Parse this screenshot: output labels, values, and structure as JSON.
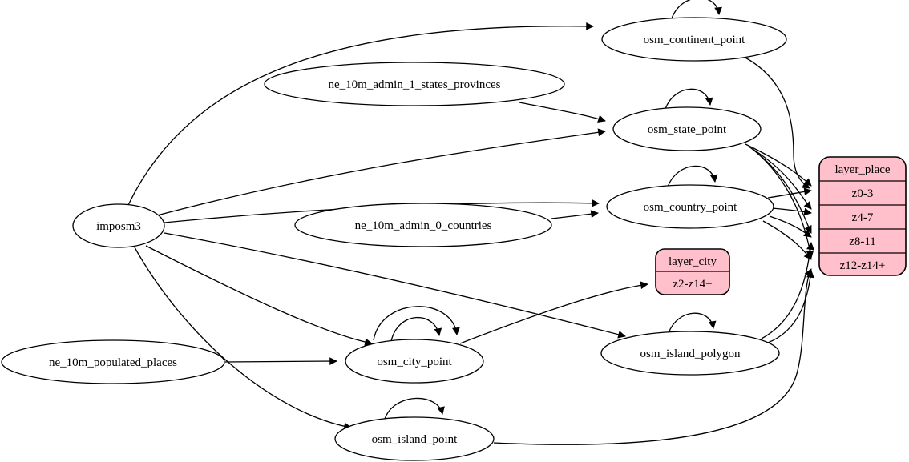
{
  "diagram": {
    "background_color": "#ffffff",
    "edge_color": "#000000",
    "node_fill_color": "#ffffff",
    "record_fill_color": "#ffc0cb",
    "nodes": {
      "imposm3": "imposm3",
      "ne_10m_admin_1_states_provinces": "ne_10m_admin_1_states_provinces",
      "ne_10m_admin_0_countries": "ne_10m_admin_0_countries",
      "ne_10m_populated_places": "ne_10m_populated_places",
      "osm_continent_point": "osm_continent_point",
      "osm_state_point": "osm_state_point",
      "osm_country_point": "osm_country_point",
      "osm_city_point": "osm_city_point",
      "osm_island_polygon": "osm_island_polygon",
      "osm_island_point": "osm_island_point"
    },
    "records": {
      "layer_place": {
        "title": "layer_place",
        "rows": [
          "z0-3",
          "z4-7",
          "z8-11",
          "z12-z14+"
        ]
      },
      "layer_city": {
        "title": "layer_city",
        "rows": [
          "z2-z14+"
        ]
      }
    }
  }
}
